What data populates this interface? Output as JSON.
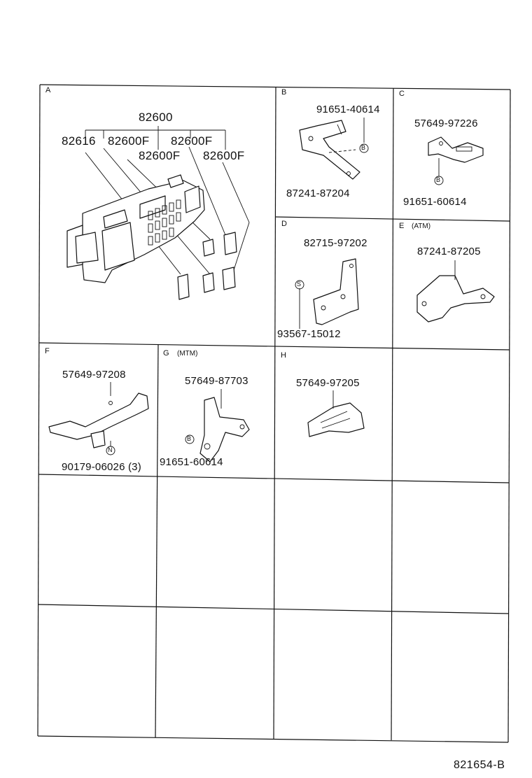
{
  "panels": {
    "A": {
      "label": "A",
      "parts": {
        "assembly": "82600",
        "p1": "82616",
        "p2": "82600F",
        "p3": "82600F",
        "p4": "82600F",
        "p5": "82600F"
      }
    },
    "B": {
      "label": "B",
      "parts": {
        "bolt": "91651-40614",
        "bracket": "87241-87204"
      },
      "bolt_marker": "B"
    },
    "C": {
      "label": "C",
      "parts": {
        "bracket": "57649-97226",
        "bolt": "91651-60614"
      },
      "bolt_marker": "B"
    },
    "D": {
      "label": "D",
      "parts": {
        "bracket": "82715-97202",
        "screw": "93567-15012"
      },
      "screw_marker": "S"
    },
    "E": {
      "label": "E",
      "note": "(ATM)",
      "parts": {
        "bracket": "87241-87205"
      }
    },
    "F": {
      "label": "F",
      "parts": {
        "bracket": "57649-97208",
        "nut": "90179-06026 (3)"
      },
      "nut_marker": "N"
    },
    "G": {
      "label": "G",
      "note": "(MTM)",
      "parts": {
        "bracket": "57649-87703",
        "bolt": "91651-60614"
      },
      "bolt_marker": "B"
    },
    "H": {
      "label": "H",
      "parts": {
        "bracket": "57649-97205"
      }
    }
  },
  "footer": {
    "drawing_number": "821654-B"
  }
}
